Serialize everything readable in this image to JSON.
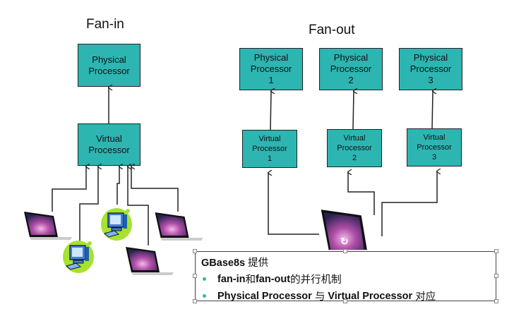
{
  "fan_in": {
    "title": "Fan-in",
    "physical_box": "Physical\nProcessor",
    "virtual_box": "Virtual\nProcessor",
    "clients": [
      "laptop",
      "desktop",
      "desktop",
      "laptop",
      "laptop"
    ]
  },
  "fan_out": {
    "title": "Fan-out",
    "physical_boxes": [
      "Physical\nProcessor\n1",
      "Physical\nProcessor\n2",
      "Physical\nProcessor\n3"
    ],
    "virtual_boxes": [
      "Virtual\nProcessor\n1",
      "Virtual\nProcessor\n2",
      "Virtual\nProcessor\n3"
    ],
    "client": "laptop"
  },
  "textbox": {
    "heading_en": "GBase8s ",
    "heading_cn": "提供",
    "bullet1": {
      "a": "fan-in",
      "b": "和",
      "c": "fan-out",
      "d": "的并行机制"
    },
    "bullet2": {
      "a": "Physical Processor ",
      "b": "与",
      "c": " Virtual Processor ",
      "d": "对应"
    }
  },
  "colors": {
    "box_fill": "#2db5b2",
    "line": "#222222",
    "desktop_halo": "#a6e22e"
  }
}
